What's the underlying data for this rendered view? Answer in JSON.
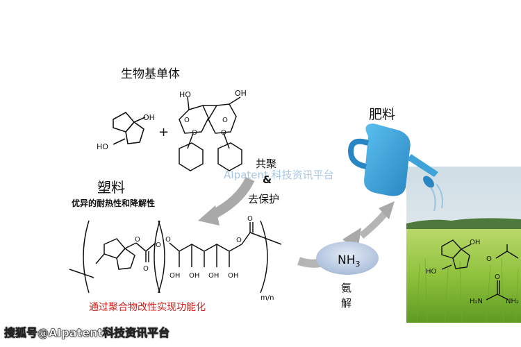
{
  "labels": {
    "biomonomer": "生物基单体",
    "plastic": "塑料",
    "plastic_subtitle": "优异的耐热性和降解性",
    "copolymer": "共聚",
    "ampersand": "&",
    "deprotect": "去保护",
    "fertilizer": "肥料",
    "nh3_base": "NH",
    "nh3_sub": "3",
    "ammonolysis_1": "氨",
    "ammonolysis_2": "解",
    "modification": "通过聚合物改性实现功能化",
    "repeat_units": "m/n",
    "watermark_center": "AIpatent 科技资讯平台",
    "watermark_bottom": "搜狐号@AIpatent科技资讯平台"
  },
  "atoms": {
    "oh": "OH",
    "ho": "HO",
    "h2n": "H₂N",
    "nh2": "NH₂",
    "o": "O"
  },
  "colors": {
    "red_text": "#d0211c",
    "can_blue": "#3ea3d8",
    "arrow_gray": "#a9a9a9",
    "nh3_fill": "#c6d3e8",
    "watermark": "#8cb3d9",
    "field_green": "#9cc94a",
    "sky": "#dfe8ee"
  }
}
